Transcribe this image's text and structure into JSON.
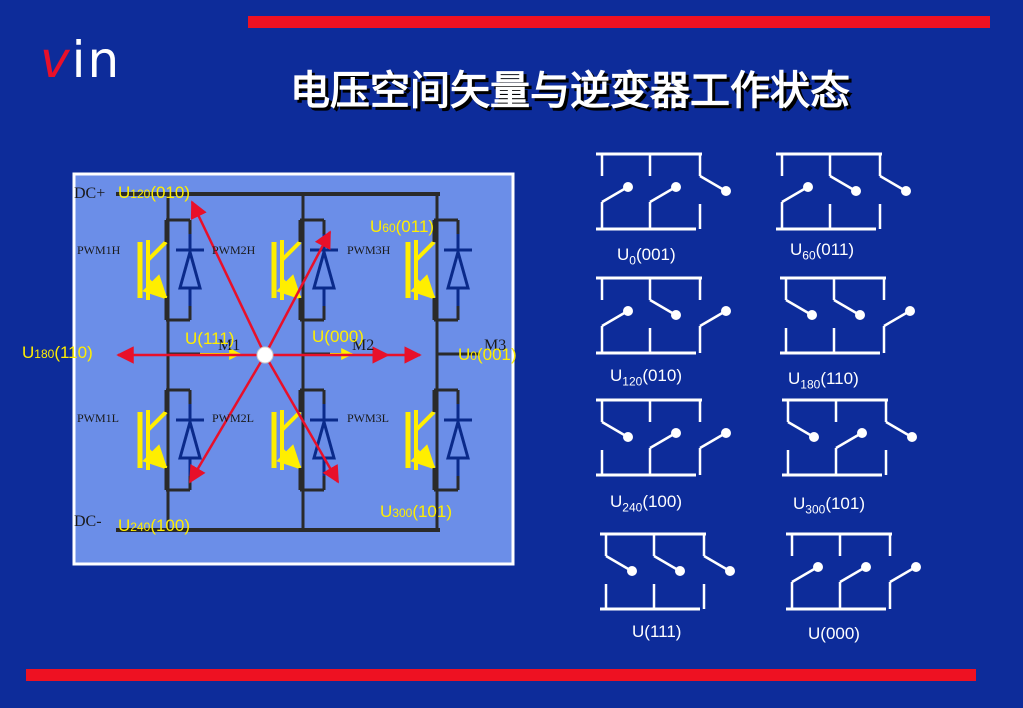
{
  "logo": {
    "v": "v",
    "rest": "in"
  },
  "title": "电压空间矢量与逆变器工作状态",
  "circuit": {
    "dc_plus": "DC+",
    "dc_minus": "DC-",
    "pwm": [
      "PWM1H",
      "PWM2H",
      "PWM3H",
      "PWM1L",
      "PWM2L",
      "PWM3L"
    ],
    "motor": [
      "M1",
      "M2",
      "M3"
    ]
  },
  "vectors": {
    "u120": {
      "main": "U",
      "sub": "120",
      "code": "(010)"
    },
    "u60": {
      "main": "U",
      "sub": "60",
      "code": "(011)"
    },
    "u180": {
      "main": "U",
      "sub": "180",
      "code": "(110)"
    },
    "u0": {
      "main": "U",
      "sub": "0",
      "code": "(001)"
    },
    "u111": {
      "text": "U(111)"
    },
    "u000": {
      "text": "U(000)"
    },
    "u240": {
      "main": "U",
      "sub": "240",
      "code": "(100)"
    },
    "u300": {
      "main": "U",
      "sub": "300",
      "code": "(101)"
    }
  },
  "states": [
    {
      "main": "U",
      "sub": "0",
      "code": "(001)"
    },
    {
      "main": "U",
      "sub": "60",
      "code": "(011)"
    },
    {
      "main": "U",
      "sub": "120",
      "code": "(010)"
    },
    {
      "main": "U",
      "sub": "180",
      "code": "(110)"
    },
    {
      "main": "U",
      "sub": "240",
      "code": "(100)"
    },
    {
      "main": "U",
      "sub": "300",
      "code": "(101)"
    },
    {
      "main": "U(111)",
      "sub": "",
      "code": ""
    },
    {
      "main": "U(000)",
      "sub": "",
      "code": ""
    }
  ],
  "colors": {
    "background": "#0d2c9a",
    "accent": "#ee1122",
    "vector": "#ffee00",
    "panel": "#6b8ee8"
  }
}
